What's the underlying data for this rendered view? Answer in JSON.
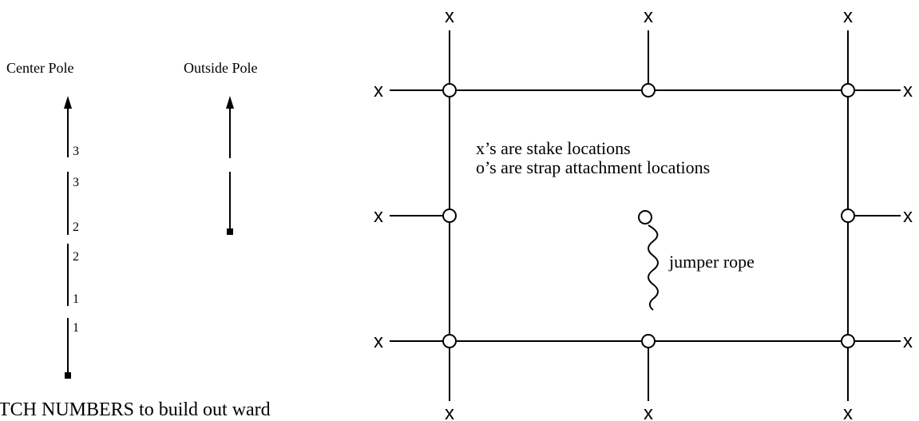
{
  "poles": {
    "center_title": "Center Pole",
    "outside_title": "Outside Pole",
    "segment_numbers": [
      "3",
      "3",
      "2",
      "2",
      "1",
      "1"
    ]
  },
  "footer_text": "TCH NUMBERS to build out ward",
  "layout": {
    "stake_mark": "x",
    "legend_line_1": "x’s are stake locations",
    "legend_line_2": "o’s are strap attachment locations",
    "jumper_label": "jumper rope"
  },
  "colors": {
    "ink": "#000000",
    "background": "#ffffff"
  }
}
